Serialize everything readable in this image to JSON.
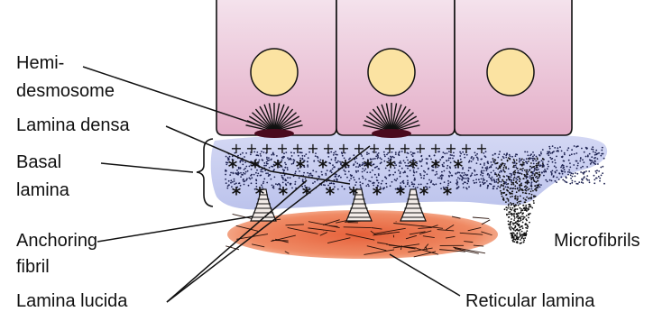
{
  "labels": {
    "hemidesmosome_line1": "Hemi-",
    "hemidesmosome_line2": "desmosome",
    "lamina_densa": "Lamina densa",
    "basal_lamina_line1": "Basal",
    "basal_lamina_line2": "lamina",
    "anchoring_fibril_line1": "Anchoring",
    "anchoring_fibril_line2": "fibril",
    "lamina_lucida": "Lamina lucida",
    "microfibrils": "Microfibrils",
    "reticular_lamina": "Reticular lamina"
  },
  "colors": {
    "cell_fill": "#e9b9cf",
    "nucleus_fill": "#fbe3a2",
    "basal_lamina_fill": "#c7cdf0",
    "reticular_fill": "#ef8a64",
    "ink": "#111111"
  }
}
